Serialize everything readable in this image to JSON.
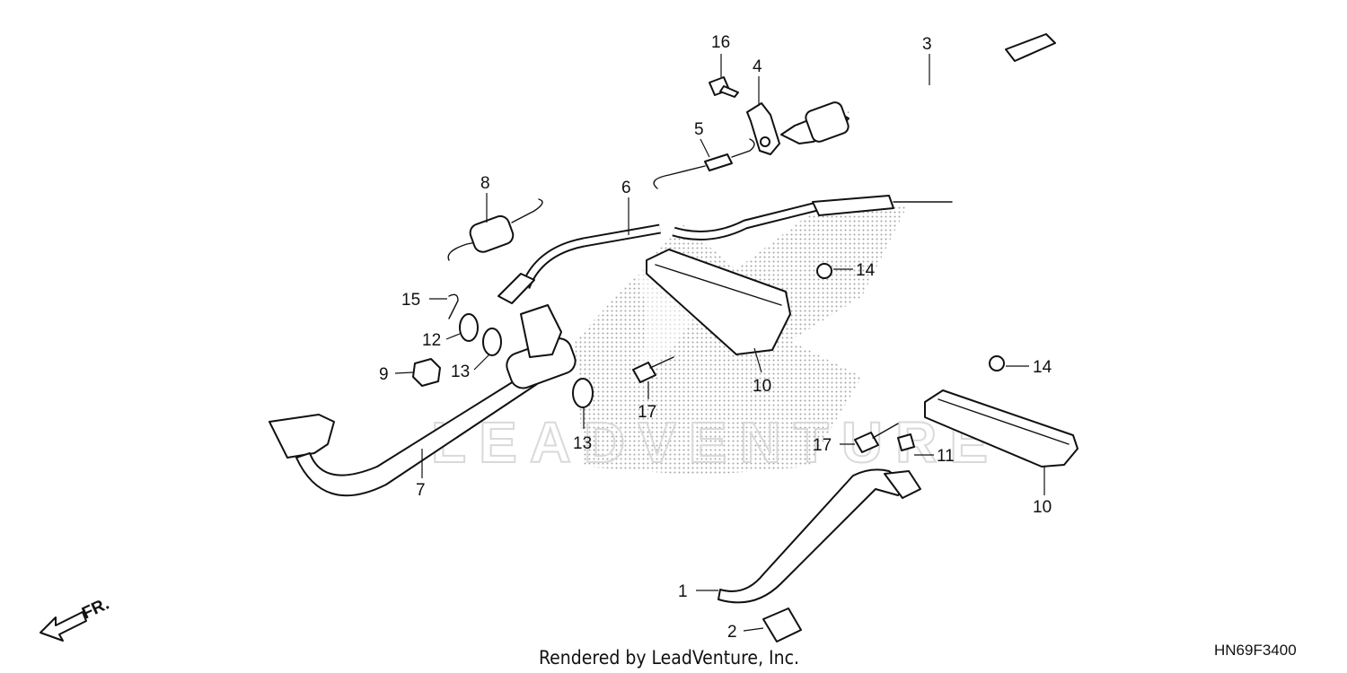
{
  "callouts": [
    {
      "id": "c1",
      "label": "1"
    },
    {
      "id": "c2",
      "label": "2"
    },
    {
      "id": "c3",
      "label": "3"
    },
    {
      "id": "c4",
      "label": "4"
    },
    {
      "id": "c5",
      "label": "5"
    },
    {
      "id": "c6",
      "label": "6"
    },
    {
      "id": "c7",
      "label": "7"
    },
    {
      "id": "c8",
      "label": "8"
    },
    {
      "id": "c9",
      "label": "9"
    },
    {
      "id": "c10a",
      "label": "10"
    },
    {
      "id": "c10b",
      "label": "10"
    },
    {
      "id": "c11",
      "label": "11"
    },
    {
      "id": "c12",
      "label": "12"
    },
    {
      "id": "c13a",
      "label": "13"
    },
    {
      "id": "c13b",
      "label": "13"
    },
    {
      "id": "c14a",
      "label": "14"
    },
    {
      "id": "c14b",
      "label": "14"
    },
    {
      "id": "c15",
      "label": "15"
    },
    {
      "id": "c16",
      "label": "16"
    },
    {
      "id": "c17a",
      "label": "17"
    },
    {
      "id": "c17b",
      "label": "17"
    }
  ],
  "direction_label": "FR.",
  "watermark": "LEADVENTURE",
  "footer": {
    "rendered_by": "Rendered by LeadVenture, Inc.",
    "diagram_code": "HN69F3400"
  }
}
